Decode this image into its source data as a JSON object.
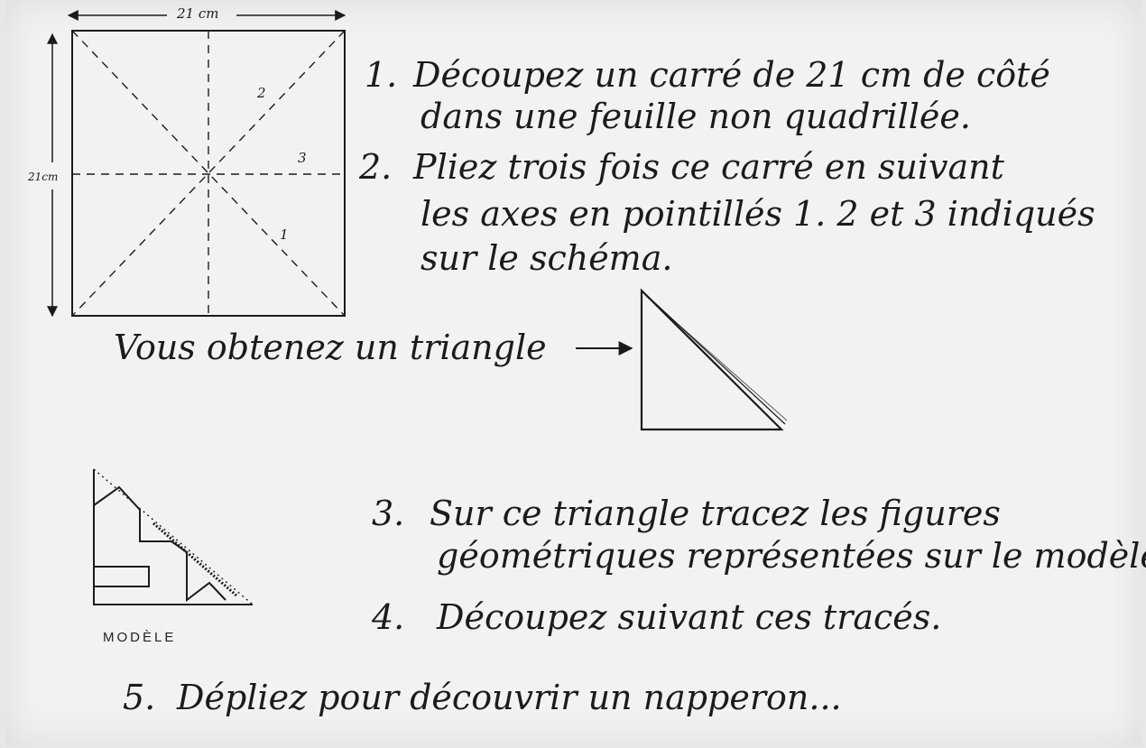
{
  "diagram": {
    "width_label": "21 cm",
    "height_label": "21cm",
    "fold_labels": [
      "1",
      "2",
      "3"
    ],
    "model_label": "MODÈLE"
  },
  "steps": [
    {
      "number": "1.",
      "lines": [
        "Découpez un carré de 21 cm de côté",
        "dans une feuille non quadrillée."
      ]
    },
    {
      "number": "2.",
      "lines": [
        "Pliez trois fois ce carré en suivant",
        "les axes en pointillés 1. 2 et 3 indiqués",
        "sur le schéma."
      ]
    },
    {
      "number": "",
      "lines": [
        "Vous obtenez un triangle"
      ]
    },
    {
      "number": "3.",
      "lines": [
        "Sur ce triangle tracez les figures",
        "géométriques représentées sur le modèle."
      ]
    },
    {
      "number": "4.",
      "lines": [
        "Découpez suivant ces tracés."
      ]
    },
    {
      "number": "5.",
      "lines": [
        "Dépliez pour découvrir un napperon..."
      ]
    }
  ]
}
